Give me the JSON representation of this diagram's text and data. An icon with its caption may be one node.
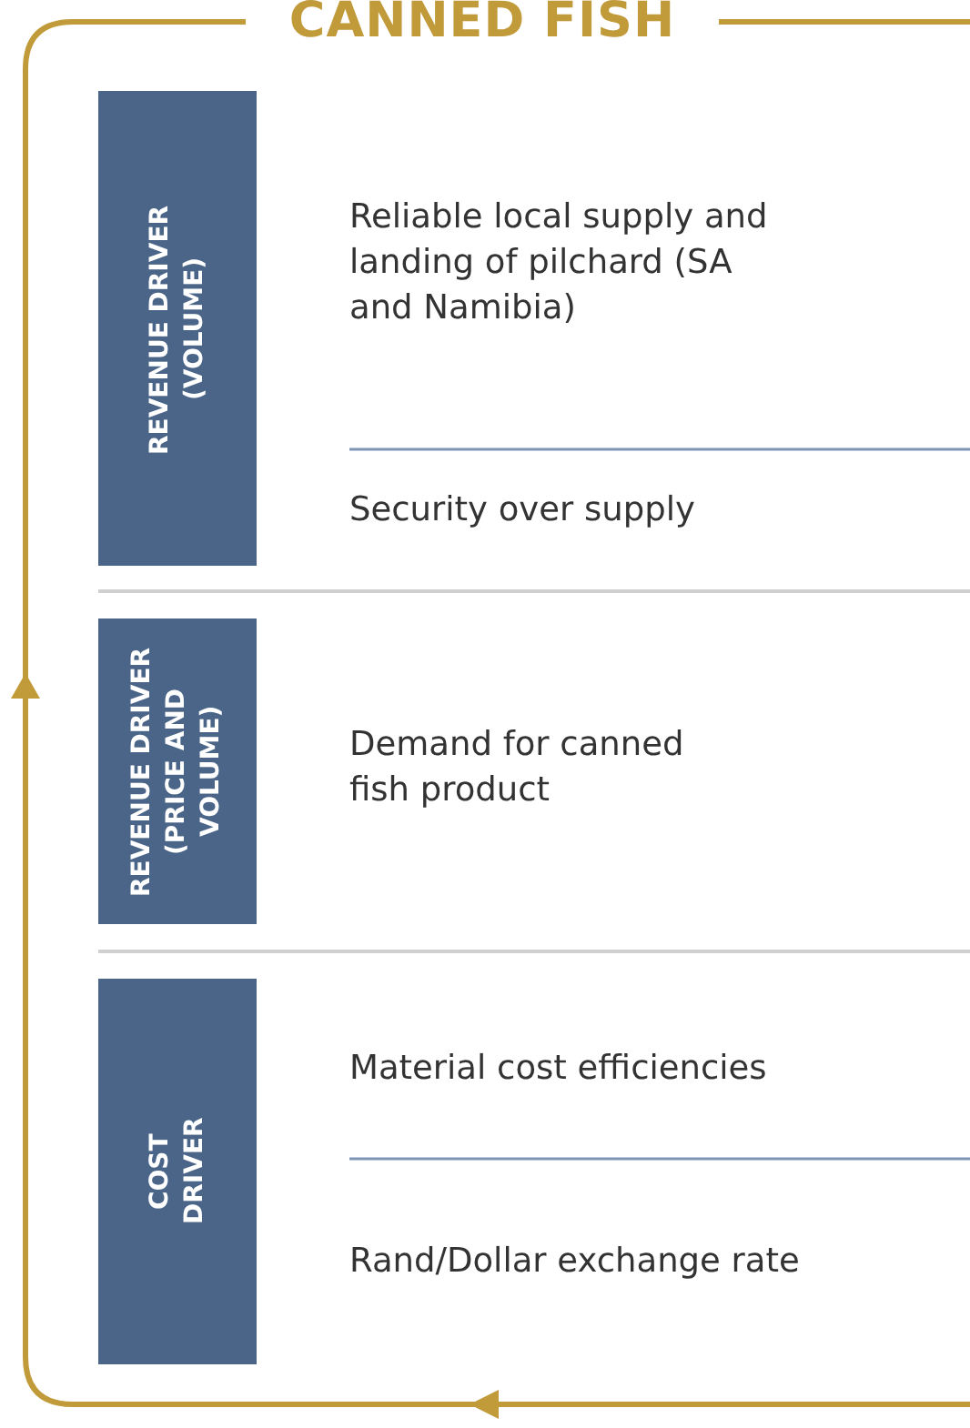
{
  "diagram": {
    "title": "CANNED FISH",
    "nodes": [
      {
        "text": [
          "REVENUE DRIVER (VOLUME)"
        ]
      },
      {
        "text": [
          "REVENUE DRIVER (PRICE AND VOLUME)"
        ]
      },
      {
        "text": [
          "COST DRIVER"
        ]
      }
    ],
    "labels": [
      "Reliable local supply and landing of pilchard (SA and Namibia)",
      "Security over supply",
      "Demand for canned fish product",
      "Material cost efficiencies",
      "Rand/Dollar exchange rate"
    ]
  }
}
